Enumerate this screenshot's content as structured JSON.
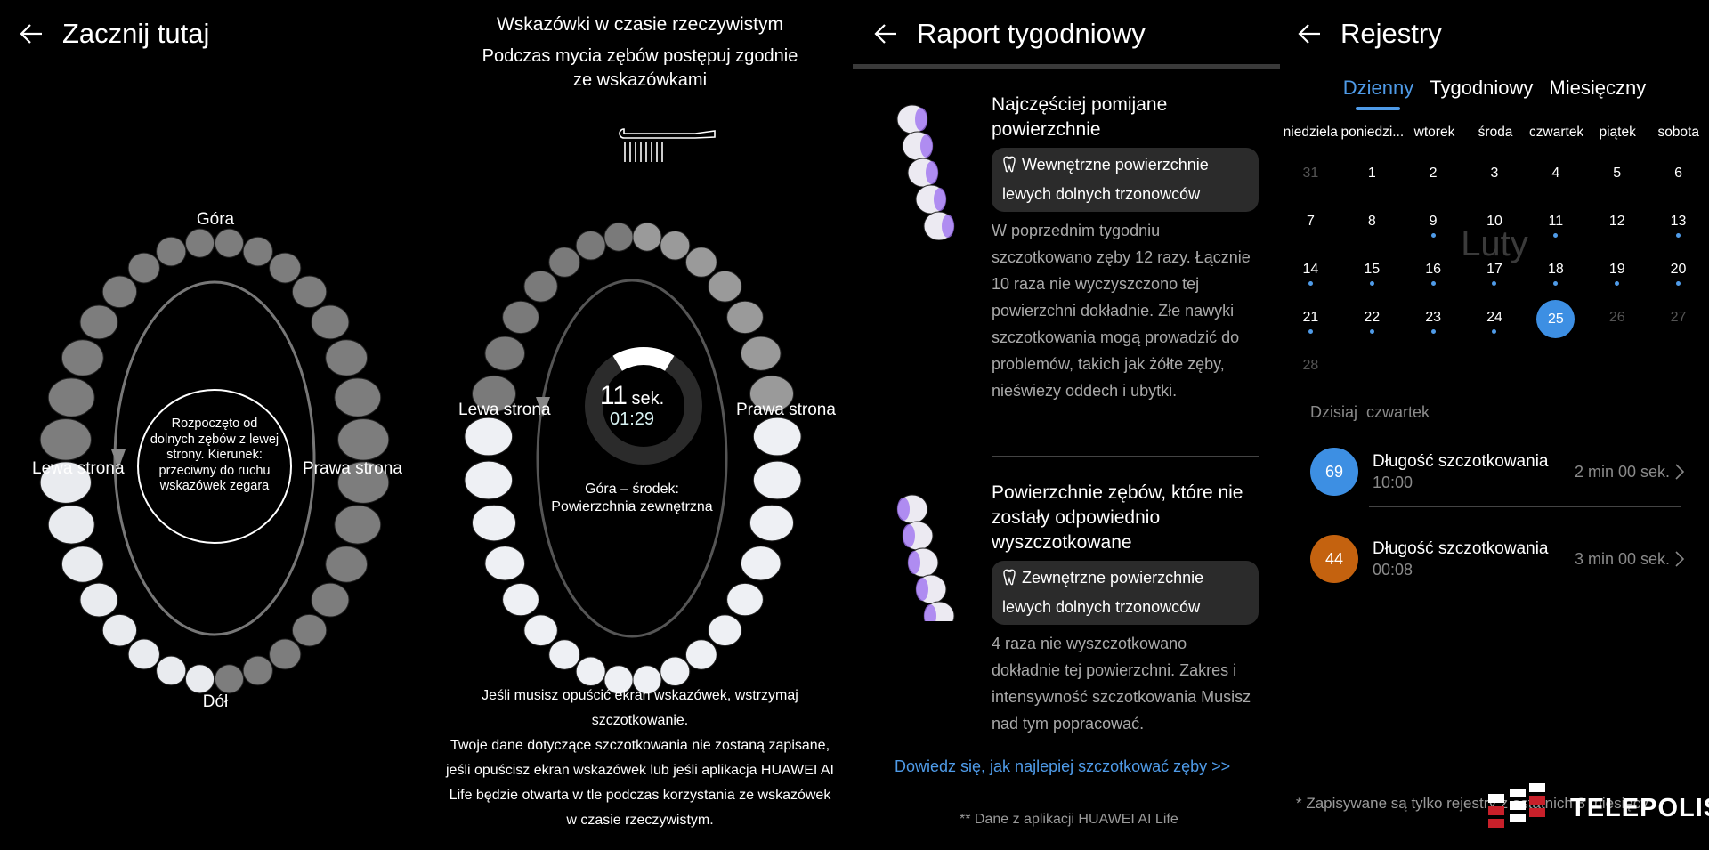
{
  "panel1": {
    "title": "Zacznij tutaj",
    "top_label": "Góra",
    "bottom_label": "Dół",
    "left_label": "Lewa strona",
    "right_label": "Prawa strona",
    "center_text": "Rozpoczęto od dolnych zębów z lewej strony. Kierunek: przeciwny do ruchu wskazówek zegara"
  },
  "panel2": {
    "title": "Wskazówki w czasie rzeczywistym",
    "subtitle": "Podczas mycia zębów postępuj zgodnie ze wskazówkami",
    "left_label": "Lewa strona",
    "right_label": "Prawa strona",
    "timer_value": "11",
    "timer_unit": "sek.",
    "elapsed": "01:29",
    "zone_label_1": "Góra – środek:",
    "zone_label_2": "Powierzchnia zewnętrzna",
    "note": "Jeśli musisz opuścić ekran wskazówek, wstrzymaj szczotkowanie.\nTwoje dane dotyczące szczotkowania nie zostaną zapisane, jeśli opuścisz ekran wskazówek lub jeśli aplikacja HUAWEI AI Life będzie otwarta w tle podczas korzystania ze wskazówek w czasie rzeczywistym."
  },
  "panel3": {
    "title": "Raport tygodniowy",
    "sections": [
      {
        "title": "Najczęściej pomijane powierzchnie",
        "chip": "Wewnętrzne powierzchnie lewych dolnych trzonowców",
        "body": "W poprzednim tygodniu szczotkowano zęby 12 razy. Łącznie 10 raza nie wyczyszczono tej powierzchni dokładnie.  Złe nawyki szczotkowania mogą prowadzić do problemów, takich jak żółte zęby, nieświeży oddech i ubytki."
      },
      {
        "title": "Powierzchnie zębów, które nie zostały odpowiednio wyszczotkowane",
        "chip": "Zewnętrzne powierzchnie lewych dolnych trzonowców",
        "body": "4 raza nie wyszczotkowano dokładnie tej powierzchni. Zakres i intensywność szczotkowania Musisz nad tym popracować."
      }
    ],
    "link": "Dowiedz się, jak najlepiej szczotkować zęby >>",
    "footnote": "** Dane z aplikacji HUAWEI AI Life",
    "accent": "#4f9be8",
    "highlight": "#9b6cf0"
  },
  "panel4": {
    "title": "Rejestry",
    "tabs": [
      {
        "label": "Dzienny",
        "active": true
      },
      {
        "label": "Tygodniowy",
        "active": false
      },
      {
        "label": "Miesięczny",
        "active": false
      }
    ],
    "weekdays": [
      "niedziela",
      "poniedzi...",
      "wtorek",
      "środa",
      "czwartek",
      "piątek",
      "sobota"
    ],
    "month": "Luty",
    "days": [
      {
        "n": "31",
        "muted": true,
        "dot": false
      },
      {
        "n": "1",
        "dot": false
      },
      {
        "n": "2",
        "dot": false
      },
      {
        "n": "3",
        "dot": false
      },
      {
        "n": "4",
        "dot": false
      },
      {
        "n": "5",
        "dot": false
      },
      {
        "n": "6",
        "dot": false
      },
      {
        "n": "7",
        "dot": false
      },
      {
        "n": "8",
        "dot": false
      },
      {
        "n": "9",
        "dot": true
      },
      {
        "n": "10",
        "dot": false
      },
      {
        "n": "11",
        "dot": true
      },
      {
        "n": "12",
        "dot": false
      },
      {
        "n": "13",
        "dot": true
      },
      {
        "n": "14",
        "dot": true
      },
      {
        "n": "15",
        "dot": true
      },
      {
        "n": "16",
        "dot": true
      },
      {
        "n": "17",
        "dot": true
      },
      {
        "n": "18",
        "dot": true
      },
      {
        "n": "19",
        "dot": true
      },
      {
        "n": "20",
        "dot": true
      },
      {
        "n": "21",
        "dot": true
      },
      {
        "n": "22",
        "dot": true
      },
      {
        "n": "23",
        "dot": true
      },
      {
        "n": "24",
        "dot": true
      },
      {
        "n": "25",
        "selected": true,
        "dot": false
      },
      {
        "n": "26",
        "muted": true,
        "dot": false
      },
      {
        "n": "27",
        "muted": true,
        "dot": false
      },
      {
        "n": "28",
        "muted": true,
        "dot": false
      }
    ],
    "today_label": "Dzisiaj",
    "today_day": "czwartek",
    "records": [
      {
        "score": "69",
        "color": "#3d8fe3",
        "title": "Długość szczotkowania",
        "time": "10:00",
        "duration": "2 min 00 sek."
      },
      {
        "score": "44",
        "color": "#c4620f",
        "title": "Długość szczotkowania",
        "time": "00:08",
        "duration": "3 min 00 sek."
      }
    ],
    "footnote": "* Zapisywane są tylko rejestry z ostatnich 3 miesięcy",
    "watermark": "TELEPOLIS"
  }
}
